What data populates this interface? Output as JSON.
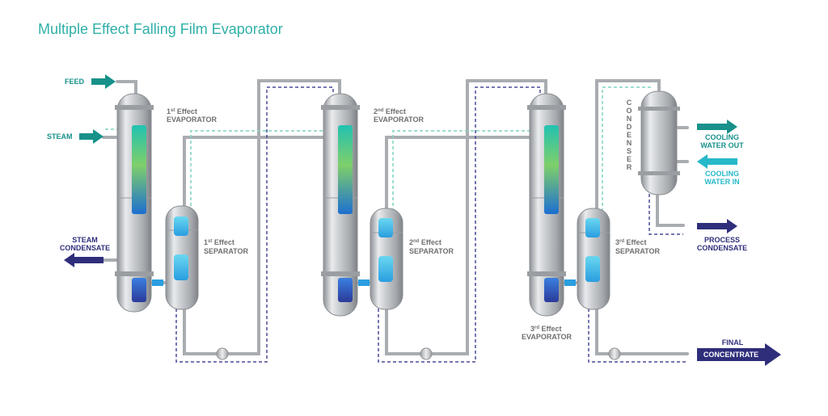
{
  "title": "Multiple Effect Falling Film Evaporator",
  "inputs": {
    "feed": "FEED",
    "steam": "STEAM"
  },
  "outputs": {
    "steam_condensate": [
      "STEAM",
      "CONDENSATE"
    ],
    "cooling_water_out": [
      "COOLING",
      "WATER OUT"
    ],
    "cooling_water_in": [
      "COOLING",
      "WATER IN"
    ],
    "process_condensate": [
      "PROCESS",
      "CONDENSATE"
    ],
    "final_concentrate": [
      "FINAL",
      "CONCENTRATE"
    ]
  },
  "effects": [
    {
      "num": "1",
      "sup": "st",
      "word": "Effect",
      "evaporator": "EVAPORATOR",
      "separator": "SEPARATOR"
    },
    {
      "num": "2",
      "sup": "nd",
      "word": "Effect",
      "evaporator": "EVAPORATOR",
      "separator": "SEPARATOR"
    },
    {
      "num": "3",
      "sup": "rd",
      "word": "Effect",
      "evaporator": "EVAPORATOR",
      "separator": "SEPARATOR"
    }
  ],
  "condenser": "CONDENSER",
  "colors": {
    "title": "#2fb0a8",
    "teal_arrow": "#17918a",
    "navy_arrow": "#2f2e7b",
    "cyan_arrow": "#27b9c9",
    "vapor_dash": "#7fd3c0",
    "condensate_dash": "#4a4a9a",
    "steel": "#b9bdc2"
  }
}
